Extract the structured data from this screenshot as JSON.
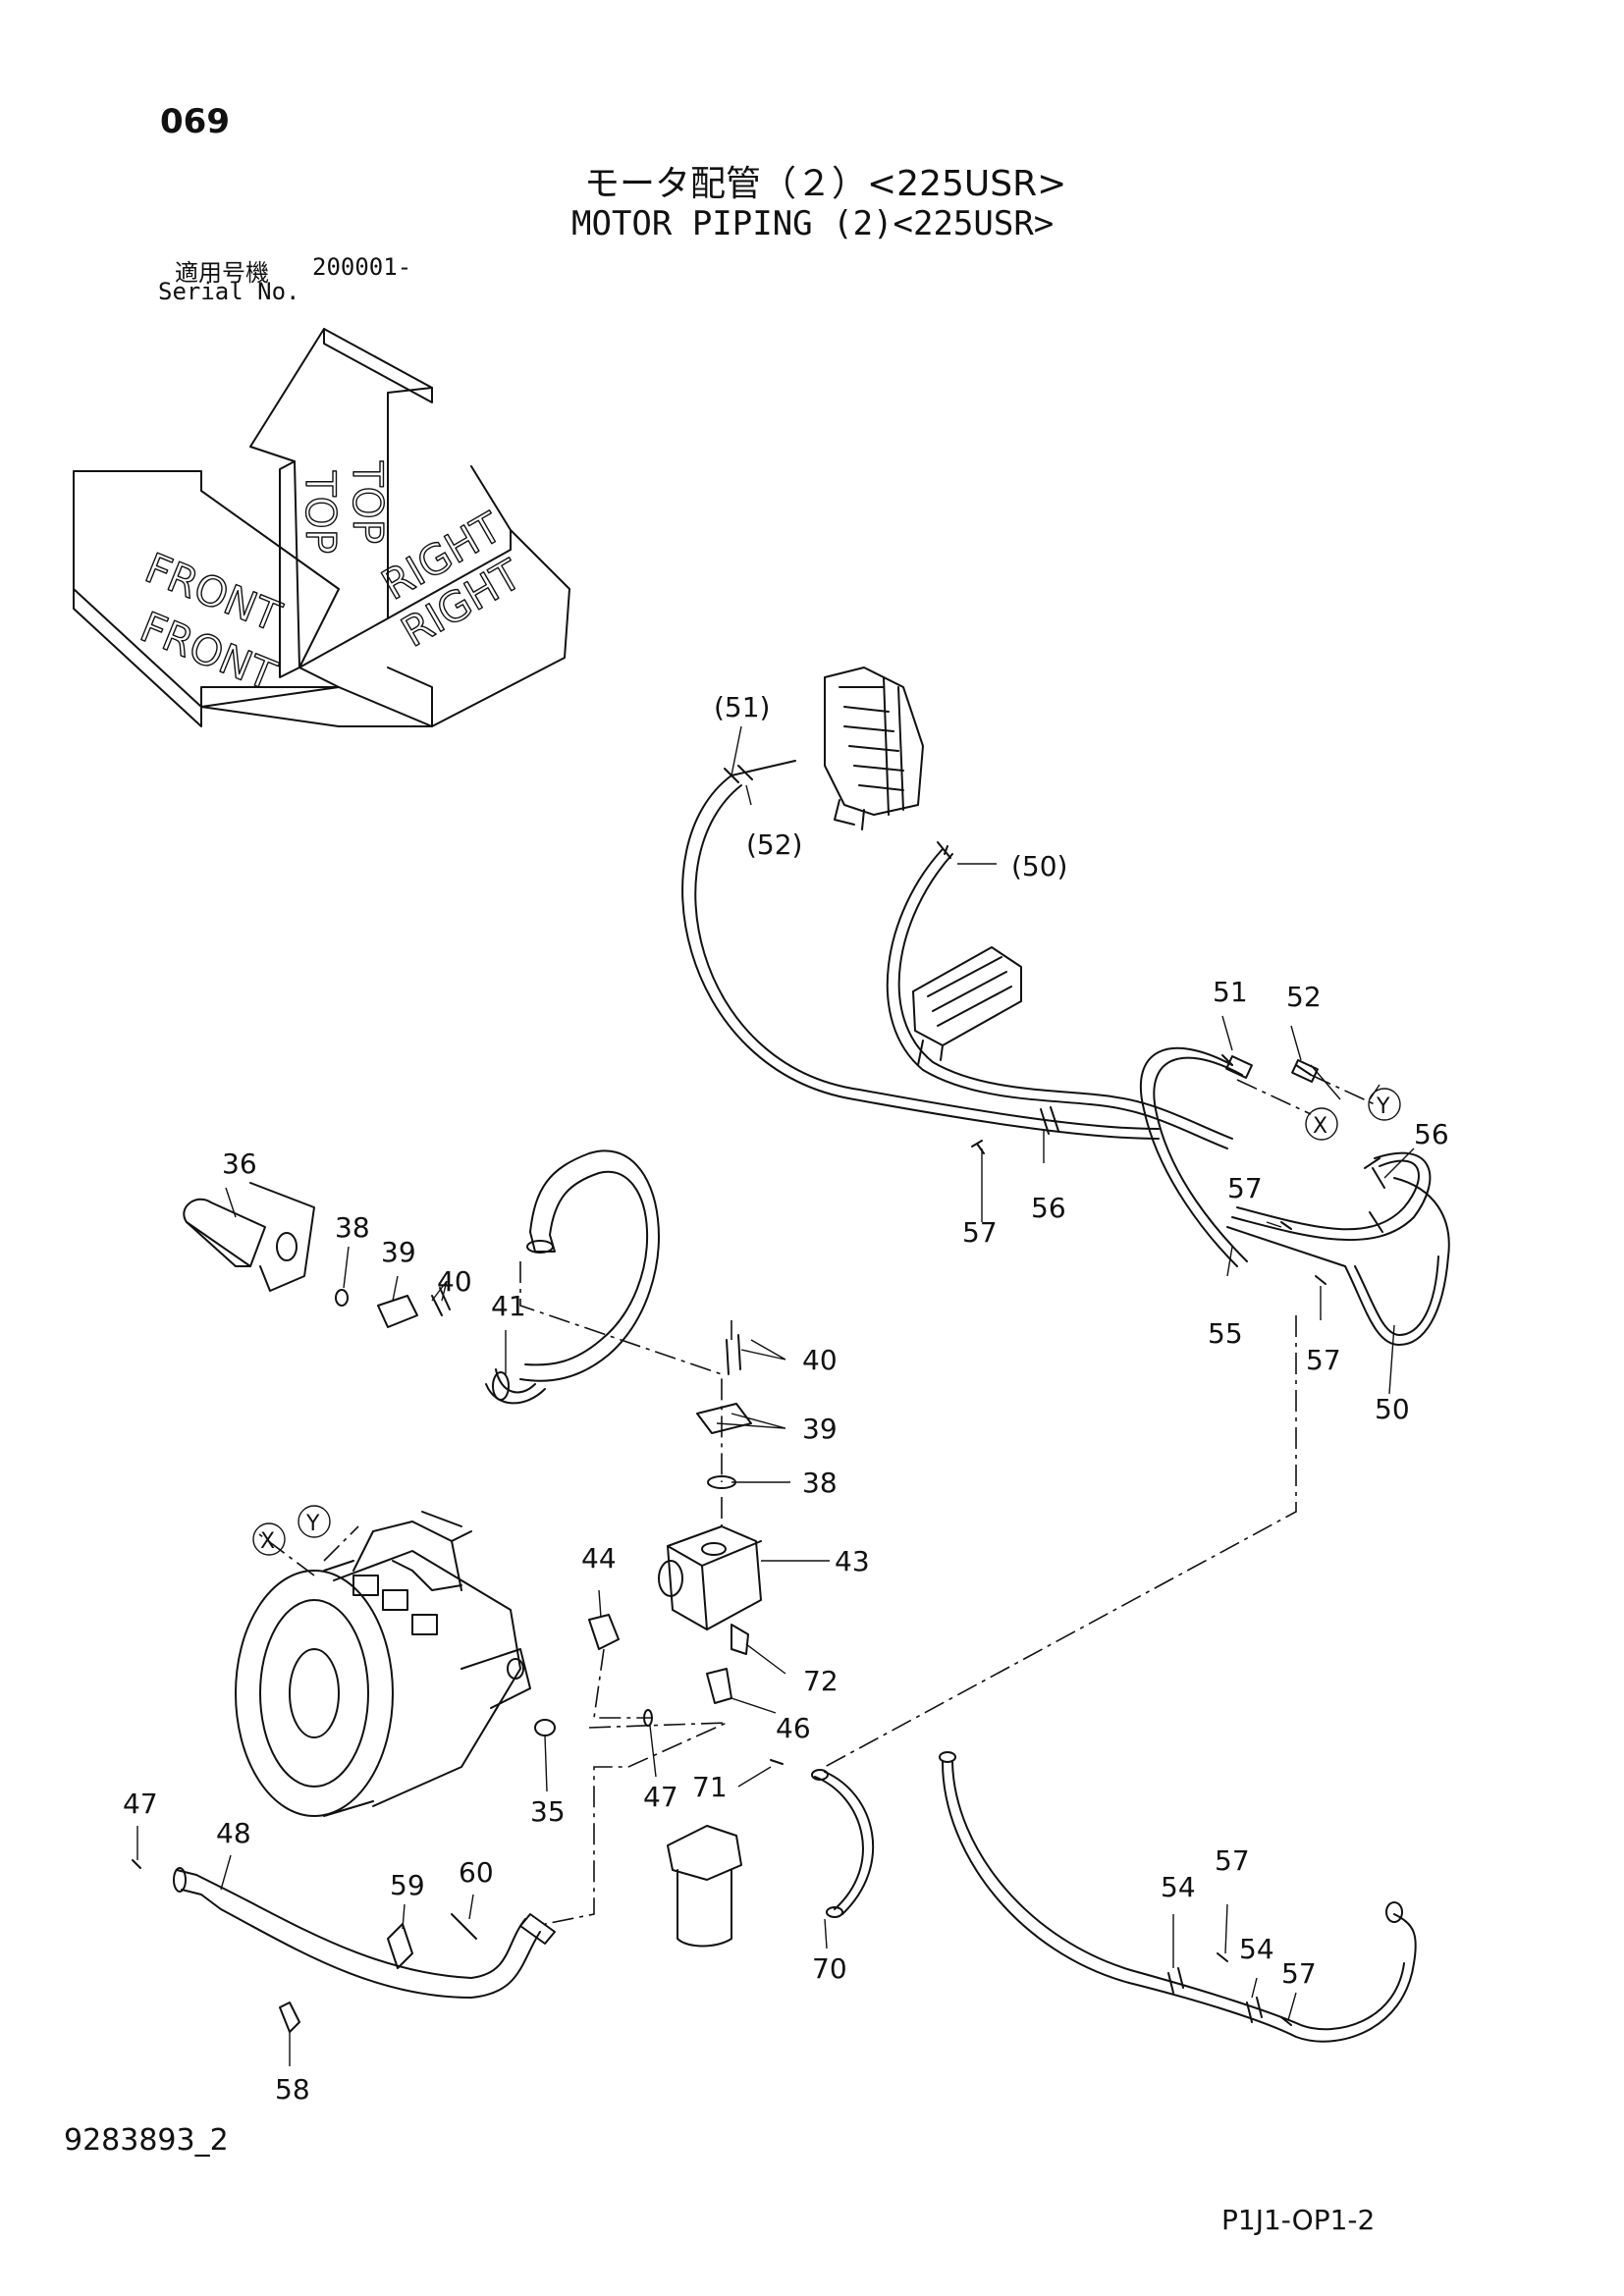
{
  "header": {
    "page_number": "069",
    "title_jp": "モータ配管（２）<225USR>",
    "title_en": "MOTOR PIPING (2)<225USR>",
    "serial_label_jp": "適用号機",
    "serial_range": "200001-",
    "serial_label_en": "Serial No."
  },
  "orientation": {
    "front": "FRONT",
    "top": "TOP",
    "right": "RIGHT"
  },
  "callouts": {
    "c36": "36",
    "c38a": "38",
    "c39a": "39",
    "c40a": "40",
    "c41": "41",
    "c40b": "40",
    "c39b": "39",
    "c38b": "38",
    "c44": "44",
    "c43": "43",
    "c72": "72",
    "c46": "46",
    "c47a": "47",
    "c71": "71",
    "c35": "35",
    "c47b": "47",
    "c48": "48",
    "c59": "59",
    "c60": "60",
    "c58": "58",
    "c70": "70",
    "c51a": "(51)",
    "c52a": "(52)",
    "c50a": "(50)",
    "c51b": "51",
    "c52b": "52",
    "c56a": "56",
    "c57a": "57",
    "c56b": "56",
    "c57b": "57",
    "c55": "55",
    "c57c": "57",
    "c50b": "50",
    "c54a": "54",
    "c57d": "57",
    "c54b": "54",
    "c57e": "57",
    "x_port": "X",
    "y_port": "Y",
    "x_conn": "X",
    "y_conn": "Y"
  },
  "footer": {
    "drawing_number": "9283893_2",
    "page_code": "P1J1-OP1-2"
  },
  "colors": {
    "line": "#111111",
    "background": "#ffffff"
  }
}
